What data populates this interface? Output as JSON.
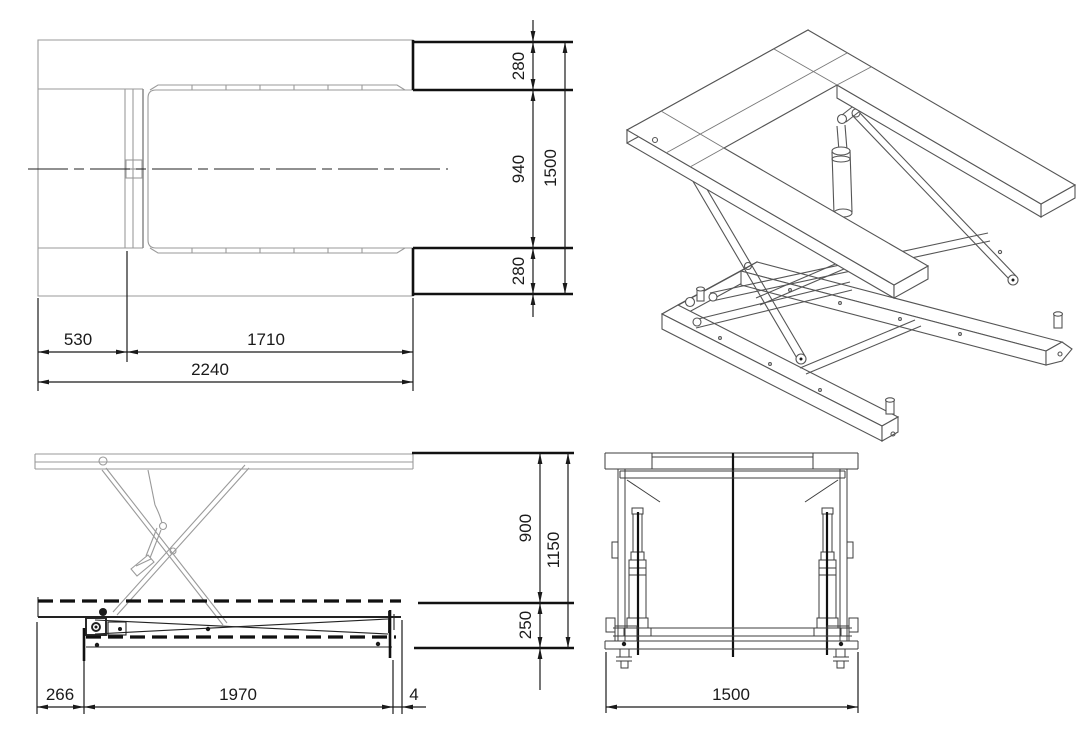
{
  "drawing": {
    "type": "technical-drawing",
    "subject": "U-shaped low-profile scissor lift table",
    "units": "mm",
    "views": {
      "plan": "top view (U-shaped platform)",
      "iso": "isometric view (raised)",
      "side": "side elevation (raised and lowered positions)",
      "front": "front elevation (raised)"
    }
  },
  "dimensions": {
    "plan": {
      "flange_top": "280",
      "channel_width": "940",
      "overall_width": "1500",
      "flange_bottom": "280",
      "closed_end": "530",
      "opening": "1710",
      "overall_length": "2240"
    },
    "side": {
      "stroke": "900",
      "max_height": "1150",
      "min_height": "250",
      "overhang_left": "266",
      "base_length": "1970",
      "overhang_right": "4"
    },
    "front": {
      "width": "1500"
    }
  },
  "colors": {
    "background": "#ffffff",
    "part_outline_gray": "#9a9a9a",
    "dimension_black": "#1a1a1a",
    "iso_line": "#555555"
  }
}
